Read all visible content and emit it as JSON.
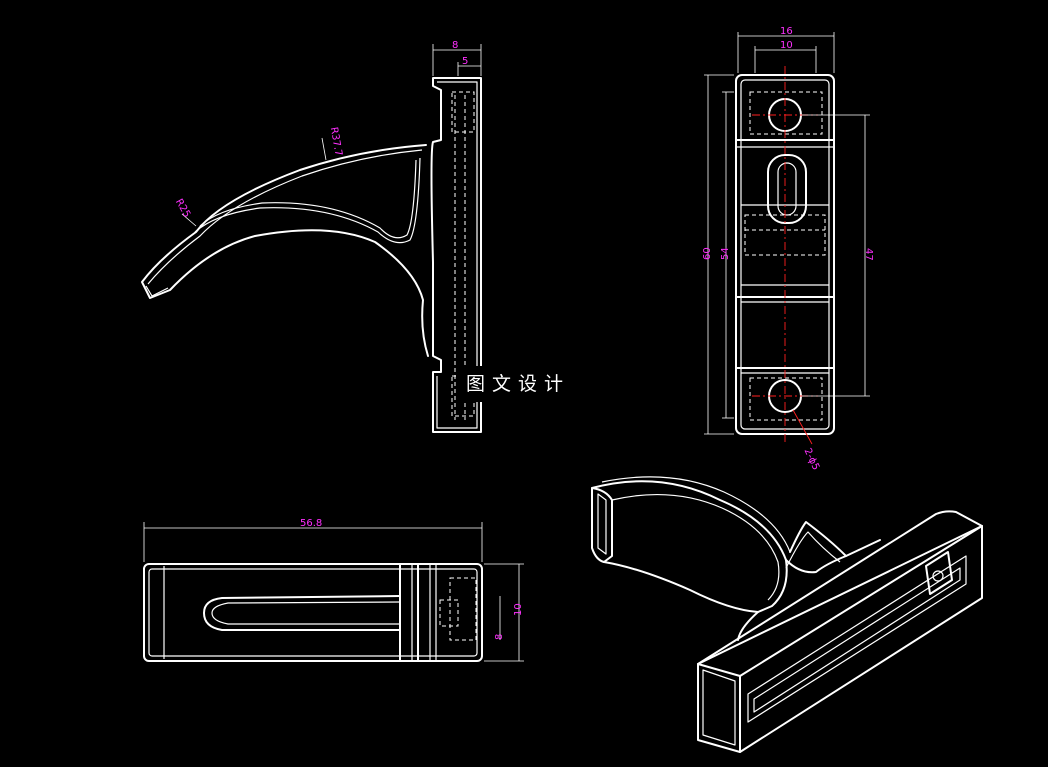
{
  "drawing": {
    "watermark": "图文设计",
    "dimensions": {
      "side_width_outer": "8",
      "side_width_inner": "5",
      "radius_outer": "R37.7",
      "radius_inner": "R25",
      "front_width_outer": "16",
      "front_width_inner": "10",
      "front_height_total": "60",
      "front_height_inner": "54",
      "front_hole_spacing": "47",
      "front_holes": "2-ϕ5",
      "top_length": "56.8",
      "top_depth": "10",
      "top_slot": "8"
    }
  }
}
